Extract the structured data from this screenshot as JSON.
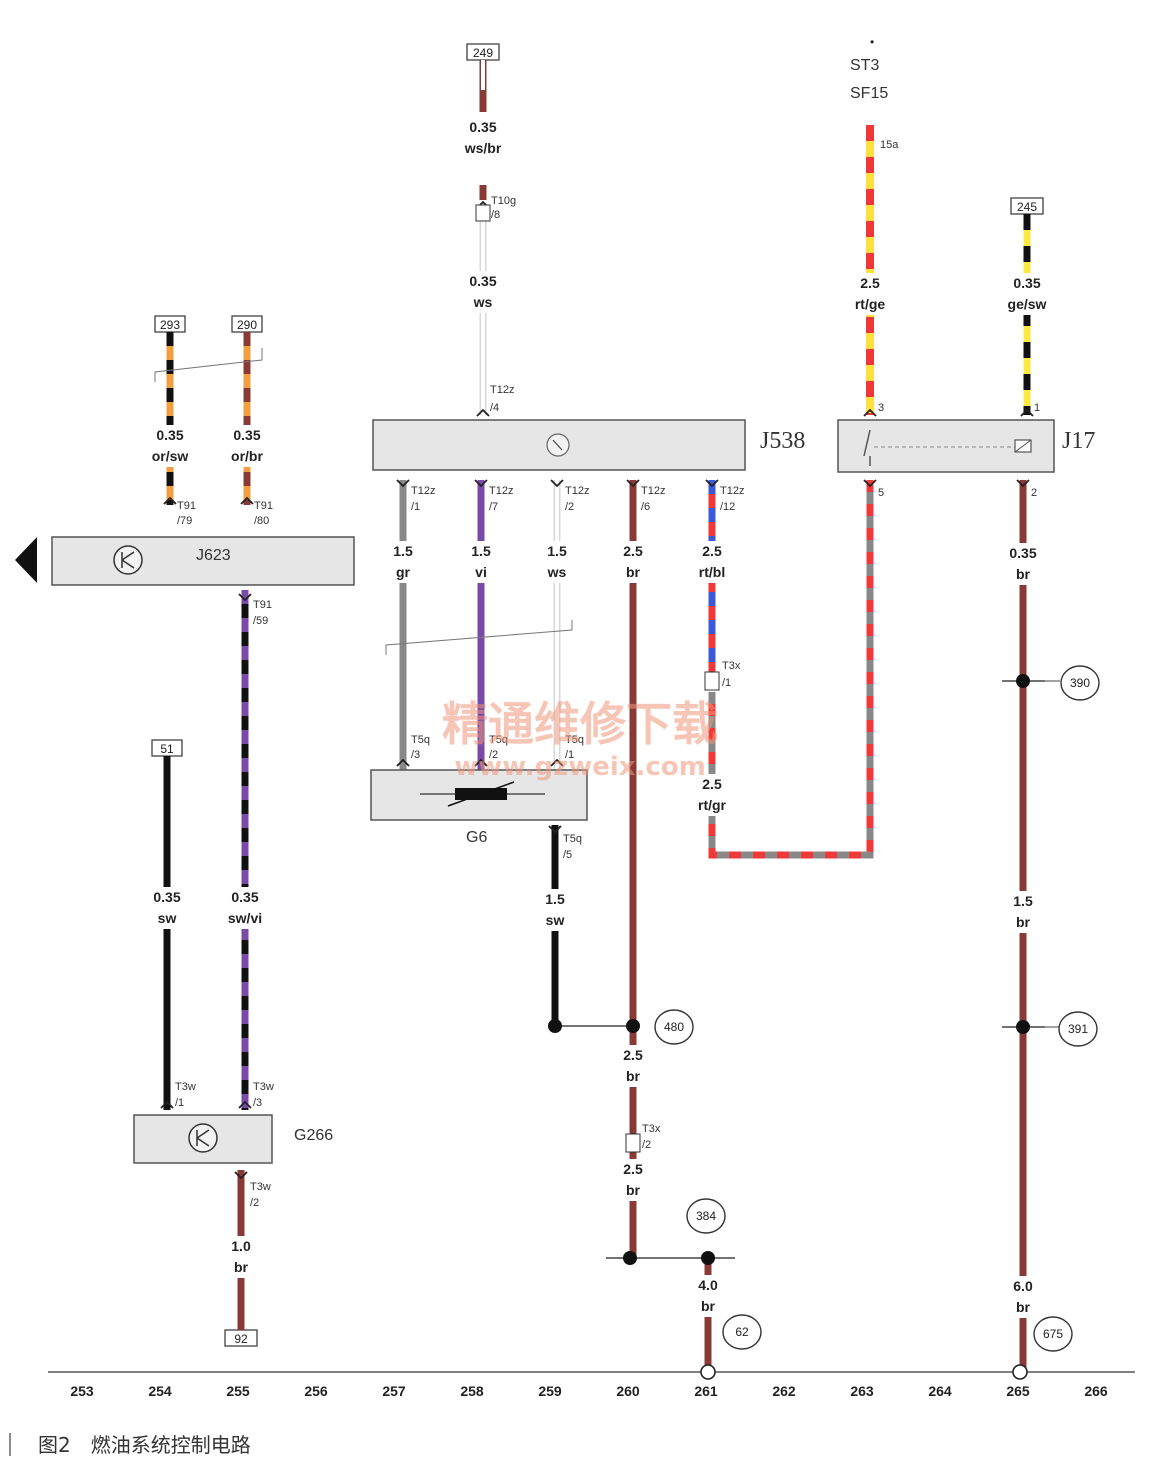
{
  "caption": "图2　燃油系统控制电路",
  "watermark": {
    "cn": "精通维修下载",
    "url": "www.gzweix.com"
  },
  "components": {
    "J538": "J538",
    "J17": "J17",
    "J623": "J623",
    "G6": "G6",
    "G266": "G266",
    "ST3": "ST3",
    "SF15": "SF15"
  },
  "terminals": {
    "t249": "249",
    "t293": "293",
    "t290": "290",
    "t245": "245",
    "t51": "51",
    "t92": "92",
    "t15a": "15a"
  },
  "wires": {
    "w_wsbr": {
      "size": "0.35",
      "color": "ws/br"
    },
    "w_ws1": {
      "size": "0.35",
      "color": "ws"
    },
    "w_orsw": {
      "size": "0.35",
      "color": "or/sw"
    },
    "w_orbr": {
      "size": "0.35",
      "color": "or/br"
    },
    "w_rtge": {
      "size": "2.5",
      "color": "rt/ge"
    },
    "w_gesw": {
      "size": "0.35",
      "color": "ge/sw"
    },
    "w_gr": {
      "size": "1.5",
      "color": "gr"
    },
    "w_vi": {
      "size": "1.5",
      "color": "vi"
    },
    "w_ws2": {
      "size": "1.5",
      "color": "ws"
    },
    "w_br25a": {
      "size": "2.5",
      "color": "br"
    },
    "w_rtbl": {
      "size": "2.5",
      "color": "rt/bl"
    },
    "w_br035": {
      "size": "0.35",
      "color": "br"
    },
    "w_rtgr": {
      "size": "2.5",
      "color": "rt/gr"
    },
    "w_sw035": {
      "size": "0.35",
      "color": "sw"
    },
    "w_swvi": {
      "size": "0.35",
      "color": "sw/vi"
    },
    "w_sw15": {
      "size": "1.5",
      "color": "sw"
    },
    "w_br15": {
      "size": "1.5",
      "color": "br"
    },
    "w_br25b": {
      "size": "2.5",
      "color": "br"
    },
    "w_br25c": {
      "size": "2.5",
      "color": "br"
    },
    "w_br10": {
      "size": "1.0",
      "color": "br"
    },
    "w_br40": {
      "size": "4.0",
      "color": "br"
    },
    "w_br60": {
      "size": "6.0",
      "color": "br"
    }
  },
  "connectors": {
    "c_t10g": "T10g",
    "c_t10g_p": "/8",
    "c_t12z_4": "T12z",
    "c_t12z_4p": "/4",
    "c_t91_79": "T91",
    "c_t91_79p": "/79",
    "c_t91_80": "T91",
    "c_t91_80p": "/80",
    "c_t91_59": "T91",
    "c_t91_59p": "/59",
    "c_j17_3": "3",
    "c_j17_1": "1",
    "c_j17_5": "5",
    "c_j17_2": "2",
    "c_t12z_1": "T12z",
    "c_t12z_1p": "/1",
    "c_t12z_7": "T12z",
    "c_t12z_7p": "/7",
    "c_t12z_2": "T12z",
    "c_t12z_2p": "/2",
    "c_t12z_6": "T12z",
    "c_t12z_6p": "/6",
    "c_t12z_12": "T12z",
    "c_t12z_12p": "/12",
    "c_t3x_1": "T3x",
    "c_t3x_1p": "/1",
    "c_t5q_3": "T5q",
    "c_t5q_3p": "/3",
    "c_t5q_2": "T5q",
    "c_t5q_2p": "/2",
    "c_t5q_1": "T5q",
    "c_t5q_1p": "/1",
    "c_t5q_5": "T5q",
    "c_t5q_5p": "/5",
    "c_t3w_1": "T3w",
    "c_t3w_1p": "/1",
    "c_t3w_3": "T3w",
    "c_t3w_3p": "/3",
    "c_t3w_2": "T3w",
    "c_t3w_2p": "/2",
    "c_t3x_2": "T3x",
    "c_t3x_2p": "/2"
  },
  "refs": {
    "r390": "390",
    "r391": "391",
    "r480": "480",
    "r384": "384",
    "r62": "62",
    "r675": "675"
  },
  "grid": [
    "253",
    "254",
    "255",
    "256",
    "257",
    "258",
    "259",
    "260",
    "261",
    "262",
    "263",
    "264",
    "265",
    "266"
  ]
}
